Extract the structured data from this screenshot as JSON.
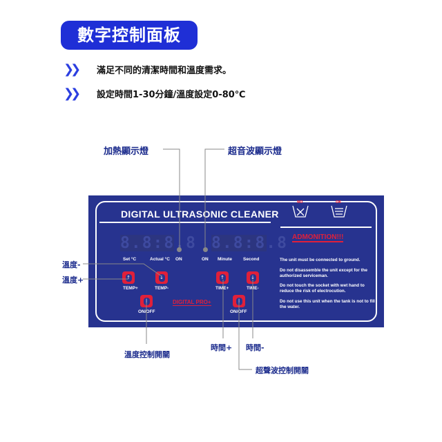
{
  "header": {
    "title": "數字控制面板",
    "bullets": [
      "滿足不同的清潔時間和溫度需求。",
      "設定時間1-30分鐘/溫度設定0-80℃"
    ]
  },
  "callouts": {
    "heat_led": "加熱顯示燈",
    "ultra_led": "超音波顯示燈",
    "temp_minus": "溫度-",
    "temp_plus": "溫度+",
    "time_plus": "時間+",
    "time_minus": "時間-",
    "temp_switch": "溫度控制開關",
    "ultra_switch": "超聲波控制開關"
  },
  "panel": {
    "title": "DIGITAL ULTRASONIC CLEANER",
    "display_left": "8.8:8.8",
    "display_right": "8.8:8.8",
    "set_c": "Set  °C",
    "actual_c": "Actual °C",
    "on_left": "ON",
    "on_right": "ON",
    "minute": "Minute",
    "second": "Second",
    "temp_plus": "TEMP+",
    "temp_minus": "TEMP-",
    "time_plus": "TIME+",
    "time_minus": "TIME-",
    "onoff_left": "ON/OFF",
    "onoff_right": "ON/OFF",
    "brand": "DIGITAL PRO+",
    "no": "NO",
    "ok": "OK",
    "admonition": "ADMONITION!!!",
    "warnings": [
      "The unit must be connected to ground.",
      "Do not disassemble the unit except  for the authorized serviceman.",
      "Do not touch the socket with wet hand to reduce the risk of electrocution.",
      "Do not use this unit when the tank is not to fill the water."
    ]
  },
  "colors": {
    "accent": "#1f2fd6",
    "panel": "#27338f",
    "button": "#e0203a"
  }
}
